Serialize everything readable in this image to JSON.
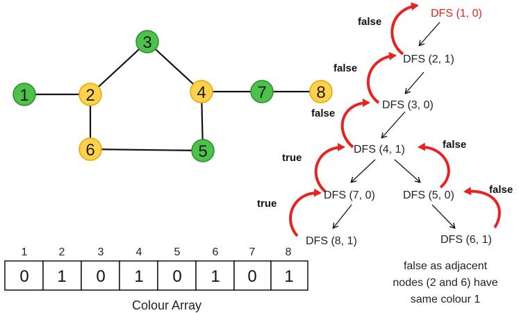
{
  "colors": {
    "green_node": "#4cc24a",
    "yellow_node": "#ffd24d",
    "node_stroke": "#e8a500",
    "edge": "#111111",
    "recursion_arrow": "#e8231f",
    "dfs_highlight": "#e8231f"
  },
  "graph": {
    "nodes": [
      {
        "id": "1",
        "label": "1",
        "color": "green"
      },
      {
        "id": "2",
        "label": "2",
        "color": "yellow"
      },
      {
        "id": "3",
        "label": "3",
        "color": "green"
      },
      {
        "id": "4",
        "label": "4",
        "color": "yellow"
      },
      {
        "id": "5",
        "label": "5",
        "color": "green"
      },
      {
        "id": "6",
        "label": "6",
        "color": "yellow"
      },
      {
        "id": "7",
        "label": "7",
        "color": "green"
      },
      {
        "id": "8",
        "label": "8",
        "color": "yellow"
      }
    ],
    "edges": [
      [
        "1",
        "2"
      ],
      [
        "2",
        "3"
      ],
      [
        "3",
        "4"
      ],
      [
        "4",
        "7"
      ],
      [
        "7",
        "8"
      ],
      [
        "4",
        "5"
      ],
      [
        "2",
        "6"
      ],
      [
        "6",
        "5"
      ]
    ]
  },
  "dfs_tree": {
    "calls": [
      {
        "id": "c1",
        "text": "DFS (1, 0)",
        "highlight": true
      },
      {
        "id": "c2",
        "text": "DFS (2, 1)"
      },
      {
        "id": "c3",
        "text": "DFS (3, 0)"
      },
      {
        "id": "c4",
        "text": "DFS (4, 1)"
      },
      {
        "id": "c7",
        "text": "DFS (7, 0)"
      },
      {
        "id": "c5",
        "text": "DFS (5, 0)"
      },
      {
        "id": "c8",
        "text": "DFS (8, 1)"
      },
      {
        "id": "c6",
        "text": "DFS (6, 1)"
      }
    ],
    "returns": [
      {
        "id": "r1",
        "text": "false"
      },
      {
        "id": "r2",
        "text": "false"
      },
      {
        "id": "r3",
        "text": "false"
      },
      {
        "id": "r4",
        "text": "true"
      },
      {
        "id": "r5",
        "text": "false"
      },
      {
        "id": "r6",
        "text": "true"
      },
      {
        "id": "r7",
        "text": "false"
      }
    ]
  },
  "colour_array": {
    "indices": [
      "1",
      "2",
      "3",
      "4",
      "5",
      "6",
      "7",
      "8"
    ],
    "values": [
      "0",
      "1",
      "0",
      "1",
      "0",
      "1",
      "0",
      "1"
    ],
    "caption": "Colour Array"
  },
  "note": {
    "line1": "false as adjacent",
    "line2": "nodes (2 and 6) have",
    "line3": "same colour 1"
  }
}
